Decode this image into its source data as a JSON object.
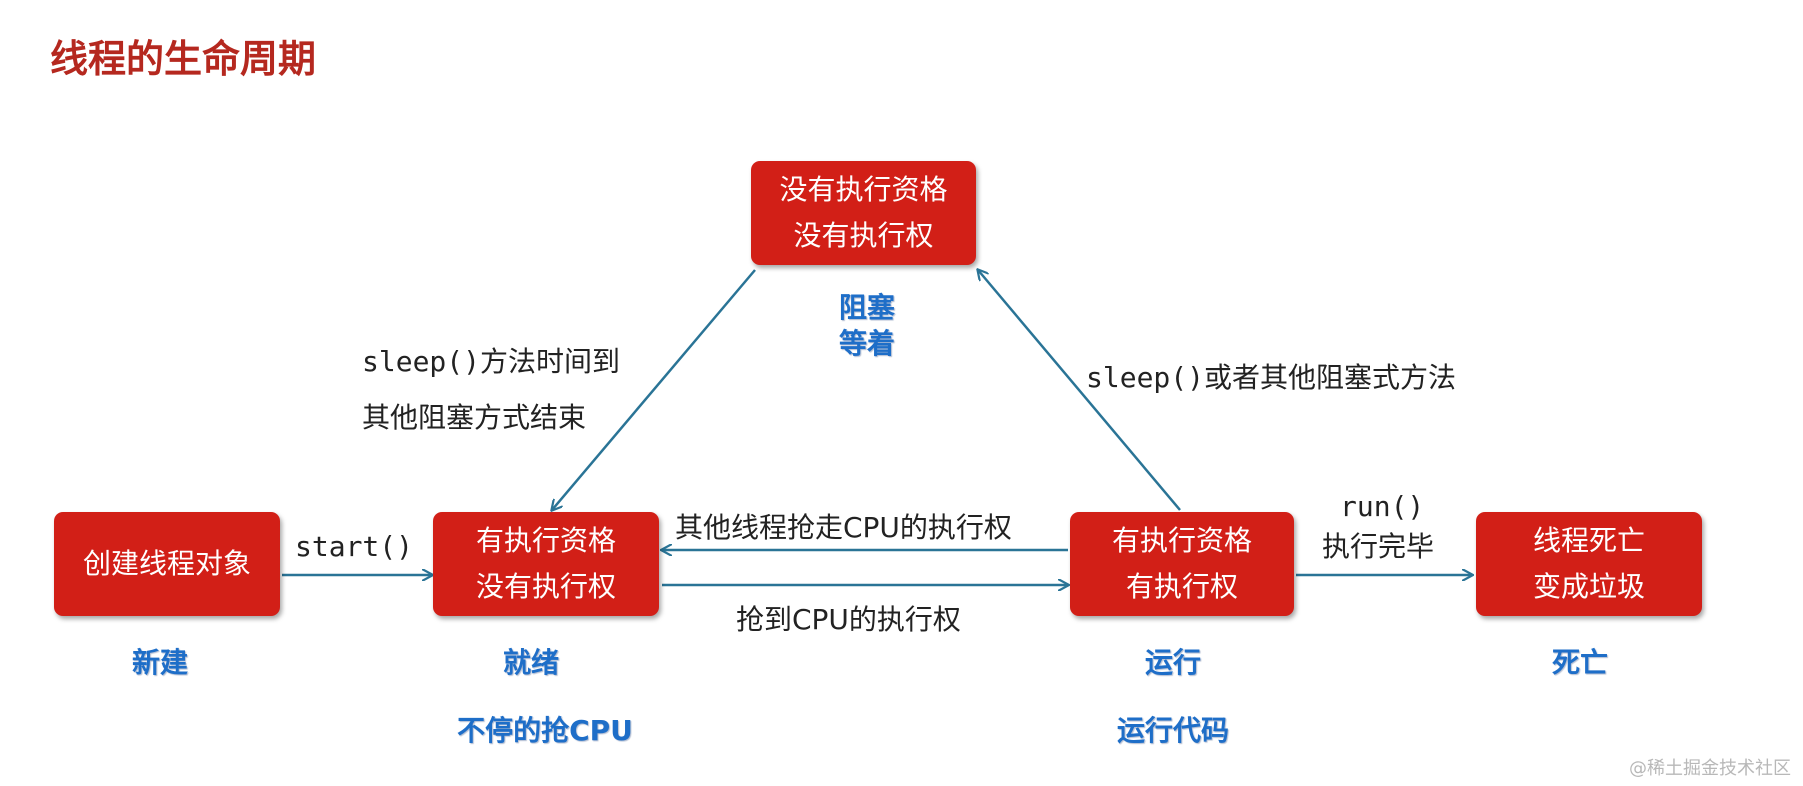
{
  "title": "线程的生命周期",
  "nodes": {
    "blocked": {
      "line1": "没有执行资格",
      "line2": "没有执行权"
    },
    "new": {
      "line1": "创建线程对象"
    },
    "ready": {
      "line1": "有执行资格",
      "line2": "没有执行权"
    },
    "running": {
      "line1": "有执行资格",
      "line2": "有执行权"
    },
    "dead": {
      "line1": "线程死亡",
      "line2": "变成垃圾"
    }
  },
  "states": {
    "blocked": {
      "line1": "阻塞",
      "line2": "等着"
    },
    "new": "新建",
    "ready": "就绪",
    "ready_desc": "不停的抢CPU",
    "running": "运行",
    "running_desc": "运行代码",
    "dead": "死亡"
  },
  "edges": {
    "start": "start()",
    "blocked_to_ready_line1": "sleep()方法时间到",
    "blocked_to_ready_line2": "其他阻塞方式结束",
    "running_to_blocked": "sleep()或者其他阻塞式方法",
    "running_to_ready": "其他线程抢走CPU的执行权",
    "ready_to_running": "抢到CPU的执行权",
    "running_to_dead_line1": "run()",
    "running_to_dead_line2": "执行完毕"
  },
  "colors": {
    "node_fill": "#d21f17",
    "title": "#b5281f",
    "state_label": "#1e6ec8",
    "arrow": "#2a7496"
  },
  "watermark": "@稀土掘金技术社区"
}
